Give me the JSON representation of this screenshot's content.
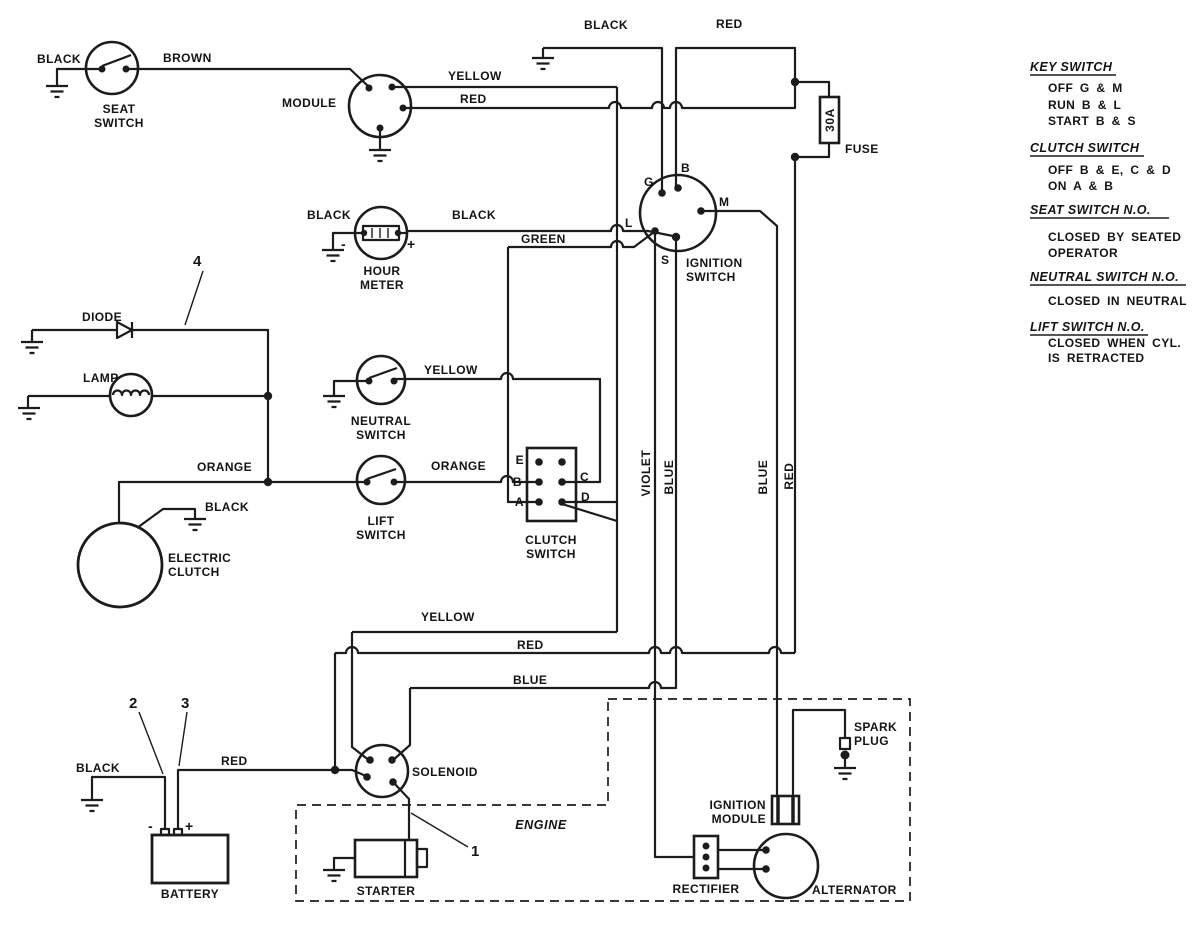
{
  "labels": {
    "top_black": "BLACK",
    "top_red": "RED",
    "seat_black": "BLACK",
    "brown": "BROWN",
    "seat_switch": [
      "SEAT",
      "SWITCH"
    ],
    "module": "MODULE",
    "module_yellow": "YELLOW",
    "module_red": "RED",
    "fuse": "FUSE",
    "fuse_rating": "30A",
    "hm_black_left": "BLACK",
    "hm_black_right": "BLACK",
    "hm_minus": "-",
    "hm_plus": "+",
    "hour_meter": [
      "HOUR",
      "METER"
    ],
    "green": "GREEN",
    "ignition_switch": [
      "IGNITION",
      "SWITCH"
    ],
    "term_g": "G",
    "term_b": "B",
    "term_m": "M",
    "term_l": "L",
    "term_s": "S",
    "diode": "DIODE",
    "lamp": "LAMP",
    "neutral_yellow": "YELLOW",
    "neutral_switch": [
      "NEUTRAL",
      "SWITCH"
    ],
    "orange_left": "ORANGE",
    "orange_right": "ORANGE",
    "lift_switch": [
      "LIFT",
      "SWITCH"
    ],
    "clutch_switch": [
      "CLUTCH",
      "SWITCH"
    ],
    "term_e": "E",
    "term_b2": "B",
    "term_a": "A",
    "term_c": "C",
    "term_d": "D",
    "clutch_black": "BLACK",
    "electric_clutch": [
      "ELECTRIC",
      "CLUTCH"
    ],
    "violet": "VIOLET",
    "blue_s": "BLUE",
    "blue_m": "BLUE",
    "red_main": "RED",
    "bottom_yellow": "YELLOW",
    "bottom_red": "RED",
    "bottom_blue": "BLUE",
    "battery_black": "BLACK",
    "battery_red": "RED",
    "battery_minus": "-",
    "battery_plus": "+",
    "battery": "BATTERY",
    "solenoid": "SOLENOID",
    "starter": "STARTER",
    "engine": "ENGINE",
    "ignition_module": [
      "IGNITION",
      "MODULE"
    ],
    "rectifier": "RECTIFIER",
    "alternator": "ALTERNATOR",
    "spark_plug": [
      "SPARK",
      "PLUG"
    ],
    "callout_1": "1",
    "callout_2": "2",
    "callout_3": "3",
    "callout_4": "4"
  },
  "legend": {
    "sections": [
      {
        "header": "KEY SWITCH",
        "lines": [
          "OFF  G & M",
          "RUN  B & L",
          "START  B & S"
        ]
      },
      {
        "header": "CLUTCH SWITCH",
        "lines": [
          "OFF  B & E,  C & D",
          "ON  A & B"
        ]
      },
      {
        "header": "SEAT SWITCH N.O.",
        "lines": [
          "CLOSED BY SEATED",
          "OPERATOR"
        ]
      },
      {
        "header": "NEUTRAL SWITCH N.O.",
        "lines": [
          "CLOSED IN NEUTRAL"
        ]
      },
      {
        "header": "LIFT SWITCH N.O.",
        "lines": [
          "CLOSED WHEN CYL.",
          "IS RETRACTED"
        ]
      }
    ]
  },
  "colors": {
    "ink": "#1c1c1c",
    "paper": "#ffffff"
  }
}
